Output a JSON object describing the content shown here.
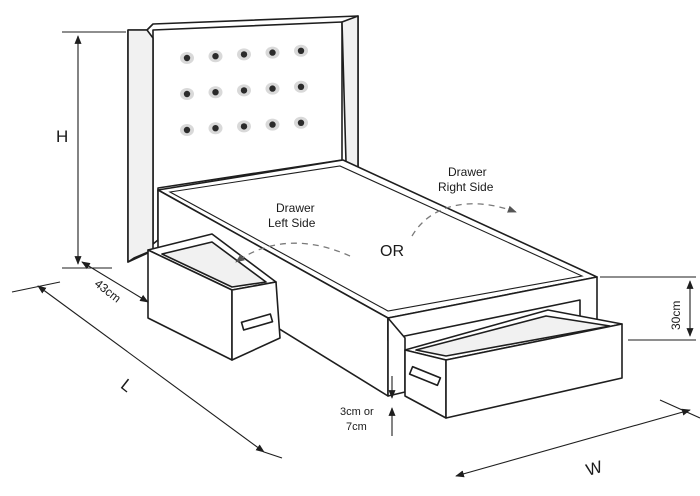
{
  "labels": {
    "height": "H",
    "length": "L",
    "width": "W",
    "side_depth": "43cm",
    "drawer_height": "30cm",
    "clearance_line1": "3cm or",
    "clearance_line2": "7cm",
    "drawer_left_line1": "Drawer",
    "drawer_left_line2": "Left Side",
    "drawer_right_line1": "Drawer",
    "drawer_right_line2": "Right Side",
    "or": "OR"
  },
  "headboard": {
    "button_count": 15
  }
}
